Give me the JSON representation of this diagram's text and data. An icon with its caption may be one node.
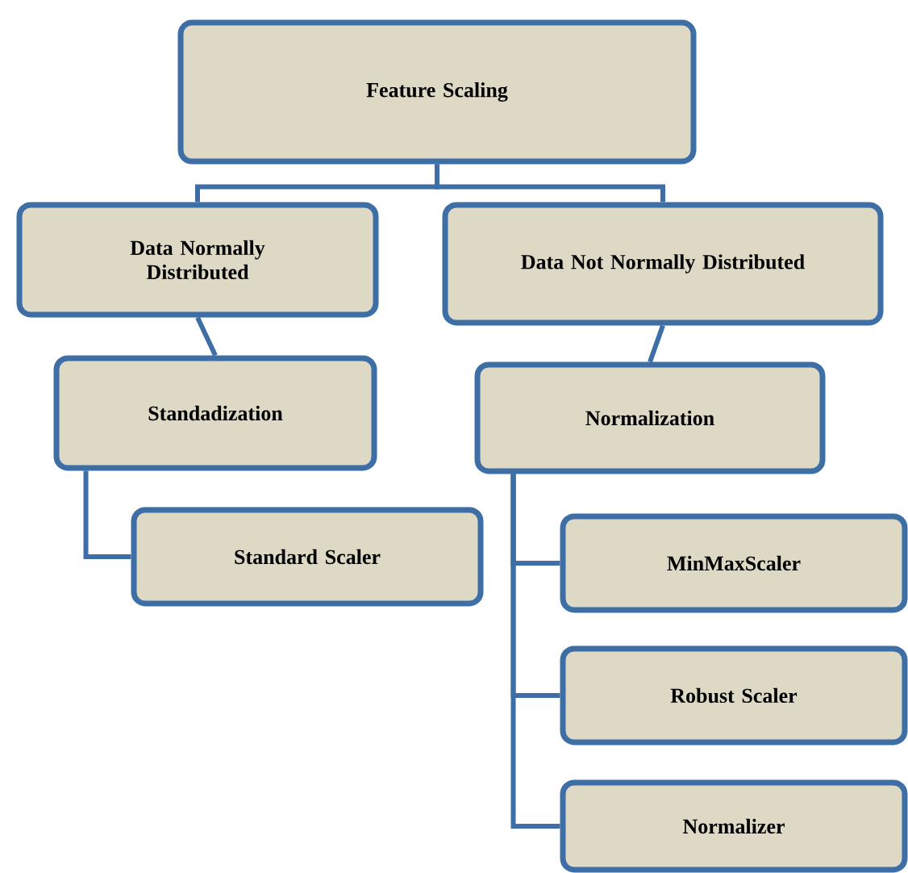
{
  "diagram": {
    "nodes": [
      {
        "text": [
          "Feature Scaling"
        ]
      },
      {
        "text": [
          "Data Normally Distributed"
        ]
      },
      {
        "text": [
          "Data Not Normally Distributed"
        ]
      },
      {
        "text": [
          "Standadization"
        ]
      },
      {
        "text": [
          "Normalization"
        ]
      },
      {
        "text": [
          "Standard Scaler"
        ]
      },
      {
        "text": [
          "MinMaxScaler"
        ]
      },
      {
        "text": [
          "Robust Scaler"
        ]
      },
      {
        "text": [
          "Normalizer"
        ]
      }
    ],
    "edges": [
      {
        "from": 0,
        "to": 1,
        "arrow": "none"
      },
      {
        "from": 0,
        "to": 2,
        "arrow": "none"
      },
      {
        "from": 1,
        "to": 3,
        "arrow": "none"
      },
      {
        "from": 2,
        "to": 4,
        "arrow": "none"
      },
      {
        "from": 3,
        "to": 5,
        "arrow": "none"
      },
      {
        "from": 4,
        "to": 6,
        "arrow": "none"
      },
      {
        "from": 4,
        "to": 7,
        "arrow": "none"
      },
      {
        "from": 4,
        "to": 8,
        "arrow": "none"
      }
    ]
  }
}
